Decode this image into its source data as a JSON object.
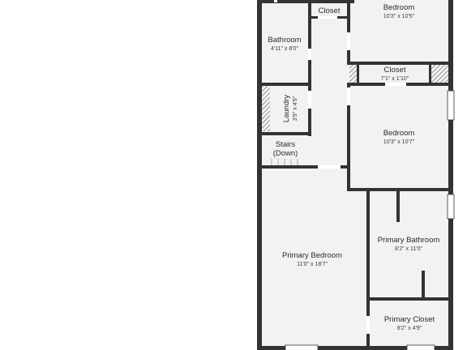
{
  "floor_plan": {
    "rooms": [
      {
        "key": "bedroom_top",
        "name": "Bedroom",
        "dims": "10'3\" x 10'5\""
      },
      {
        "key": "closet_upper",
        "name": "Closet",
        "dims": ""
      },
      {
        "key": "bathroom",
        "name": "Bathroom",
        "dims": "4'11\" x 8'0\""
      },
      {
        "key": "closet_mid",
        "name": "Closet",
        "dims": "7'1\" x 1'10\""
      },
      {
        "key": "laundry",
        "name": "Laundry",
        "dims": "3'9\" x 4'9\""
      },
      {
        "key": "bedroom_mid",
        "name": "Bedroom",
        "dims": "10'3\" x 10'7\""
      },
      {
        "key": "stairs",
        "name": "Stairs",
        "dims": "(Down)"
      },
      {
        "key": "primary_bedroom",
        "name": "Primary Bedroom",
        "dims": "11'0\" x 18'7\""
      },
      {
        "key": "primary_bathroom",
        "name": "Primary Bathroom",
        "dims": "8'2\" x 11'0\""
      },
      {
        "key": "primary_closet",
        "name": "Primary Closet",
        "dims": "8'2\" x 4'9\""
      }
    ],
    "colors": {
      "wall": "#333333",
      "floor": "#f2f2f2",
      "background": "#ffffff",
      "hatch": "#555555"
    }
  }
}
